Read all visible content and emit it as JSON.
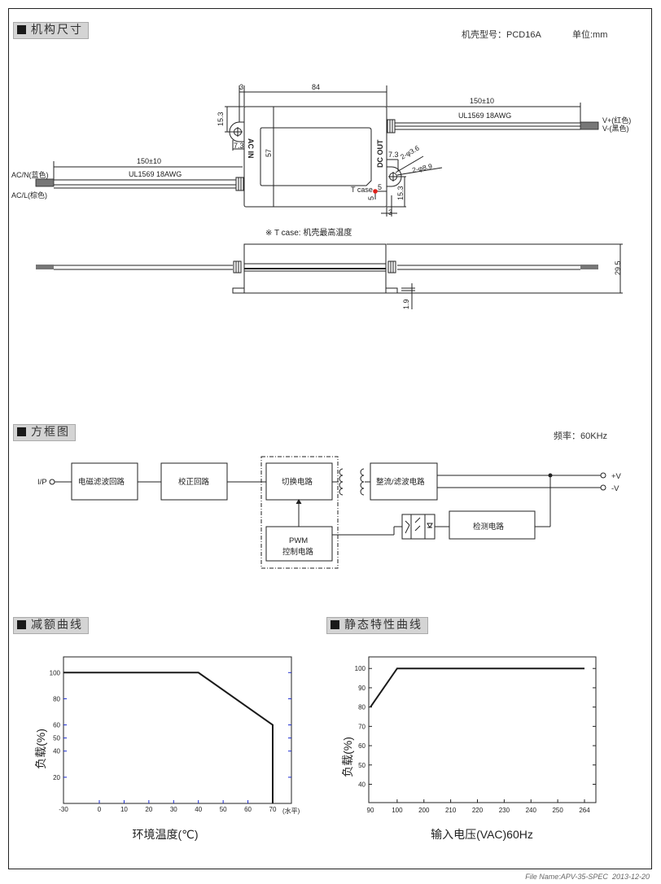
{
  "sections": {
    "mechanical": {
      "title": "机构尺寸"
    },
    "block": {
      "title": "方框图"
    },
    "derating": {
      "title": "减额曲线"
    },
    "static": {
      "title": "静态特性曲线"
    }
  },
  "header": {
    "case_label": "机壳型号：",
    "case_model": "PCD16A",
    "unit_label": "单位:mm"
  },
  "drawing": {
    "dims": {
      "top_tab": "3",
      "length": "84",
      "left_hole_offset": "15.3",
      "left_hole_edge": "7.3",
      "width": "57",
      "right_hole_edge": "7.3",
      "hole_small": "2-φ3.6",
      "hole_large": "2-φ8.9",
      "tcase_x": "5",
      "tcase_y": "5",
      "right_hole_offset": "15.3",
      "bottom_tab": "3",
      "height": "29.5",
      "foot": "1.9"
    },
    "cable_left": {
      "length": "150±10",
      "spec": "UL1569 18AWG",
      "wire1": "AC/N(蓝色)",
      "wire2": "AC/L(棕色)"
    },
    "cable_right": {
      "length": "150±10",
      "spec": "UL1569 18AWG",
      "wire1": "V+(红色)",
      "wire2": "V-(黑色)"
    },
    "ac_in_label": "AC IN",
    "dc_out_label": "DC OUT",
    "tcase_label": "T case",
    "tcase_note": "※ T case: 机壳最高温度",
    "tcase_color": "#e0201a"
  },
  "block_diagram": {
    "frequency": "频率：60KHz",
    "input": "I/P",
    "blocks": {
      "emi": "电磁滤波回路",
      "pfc": "校正回路",
      "switch": "切换电路",
      "rect": "整流/滤波电路",
      "pwm_line1": "PWM",
      "pwm_line2": "控制电路",
      "detect": "检测电路"
    },
    "out_pos": "+V",
    "out_neg": "-V"
  },
  "chart_data": [
    {
      "type": "line",
      "title": "减额曲线",
      "xlabel": "环境温度(℃)",
      "ylabel": "负载(%)",
      "x_suffix": "(水平)",
      "x_ticks": [
        -30,
        0,
        10,
        20,
        30,
        40,
        50,
        60,
        70
      ],
      "y_ticks": [
        20,
        40,
        50,
        60,
        80,
        100
      ],
      "xlim": [
        -30,
        75
      ],
      "ylim": [
        0,
        112
      ],
      "grid": false,
      "series": [
        {
          "name": "derating",
          "x": [
            -30,
            40,
            70,
            70
          ],
          "y": [
            100,
            100,
            60,
            0
          ]
        }
      ]
    },
    {
      "type": "line",
      "title": "静态特性曲线",
      "xlabel": "输入电压(VAC)60Hz",
      "ylabel": "负载(%)",
      "x_ticks": [
        "90",
        "100",
        "200",
        "210",
        "220",
        "230",
        "240",
        "250",
        "264"
      ],
      "y_ticks": [
        40,
        50,
        60,
        70,
        80,
        90,
        100
      ],
      "ylim": [
        30.5,
        106
      ],
      "grid": false,
      "series": [
        {
          "name": "static",
          "x": [
            "90",
            "100",
            "264"
          ],
          "y": [
            80,
            100,
            100
          ]
        }
      ]
    }
  ],
  "footer": {
    "file": "File Name:APV-35-SPEC",
    "date": "2013-12-20"
  }
}
